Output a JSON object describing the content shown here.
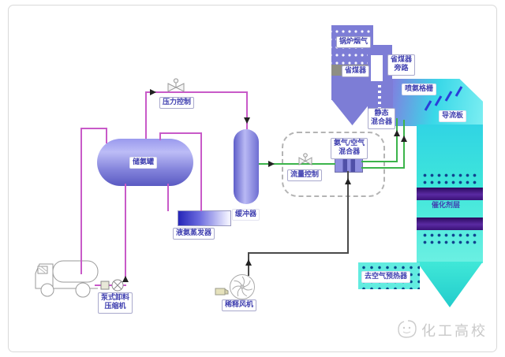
{
  "labels": {
    "pressure_control": "压力控制",
    "ammonia_storage_tank": "储氨罐",
    "liquid_ammonia_evaporator": "液氨蒸发器",
    "unloading_compressor": "泵式卸料\n压缩机",
    "buffer_vessel": "缓冲器",
    "flow_control": "流量控制",
    "ammonia_air_mixer": "氨气/空气\n混合器",
    "dilution_fan": "稀释风机",
    "boiler_flue_gas": "锅炉烟气",
    "economizer": "省煤器",
    "economizer_bypass": "省煤器\n旁路",
    "static_mixer": "静态\n混合器",
    "ammonia_injection_grid": "喷氨格栅",
    "guide_plate": "导流板",
    "catalyst_layer": "催化剂层",
    "to_air_preheater": "去空气预热器"
  },
  "watermark": {
    "text": "化工高校"
  },
  "colors": {
    "pipe_magenta": "#c85ac8",
    "pipe_green": "#3cb44b",
    "pipe_dark": "#4a4a4a",
    "vessel_purple": "#7b7bd8",
    "duct_cyan": "#3ad8e8",
    "catalyst_violet": "#44157c",
    "economizer_gray": "#8e8e84",
    "label_text": "#4040b0"
  }
}
